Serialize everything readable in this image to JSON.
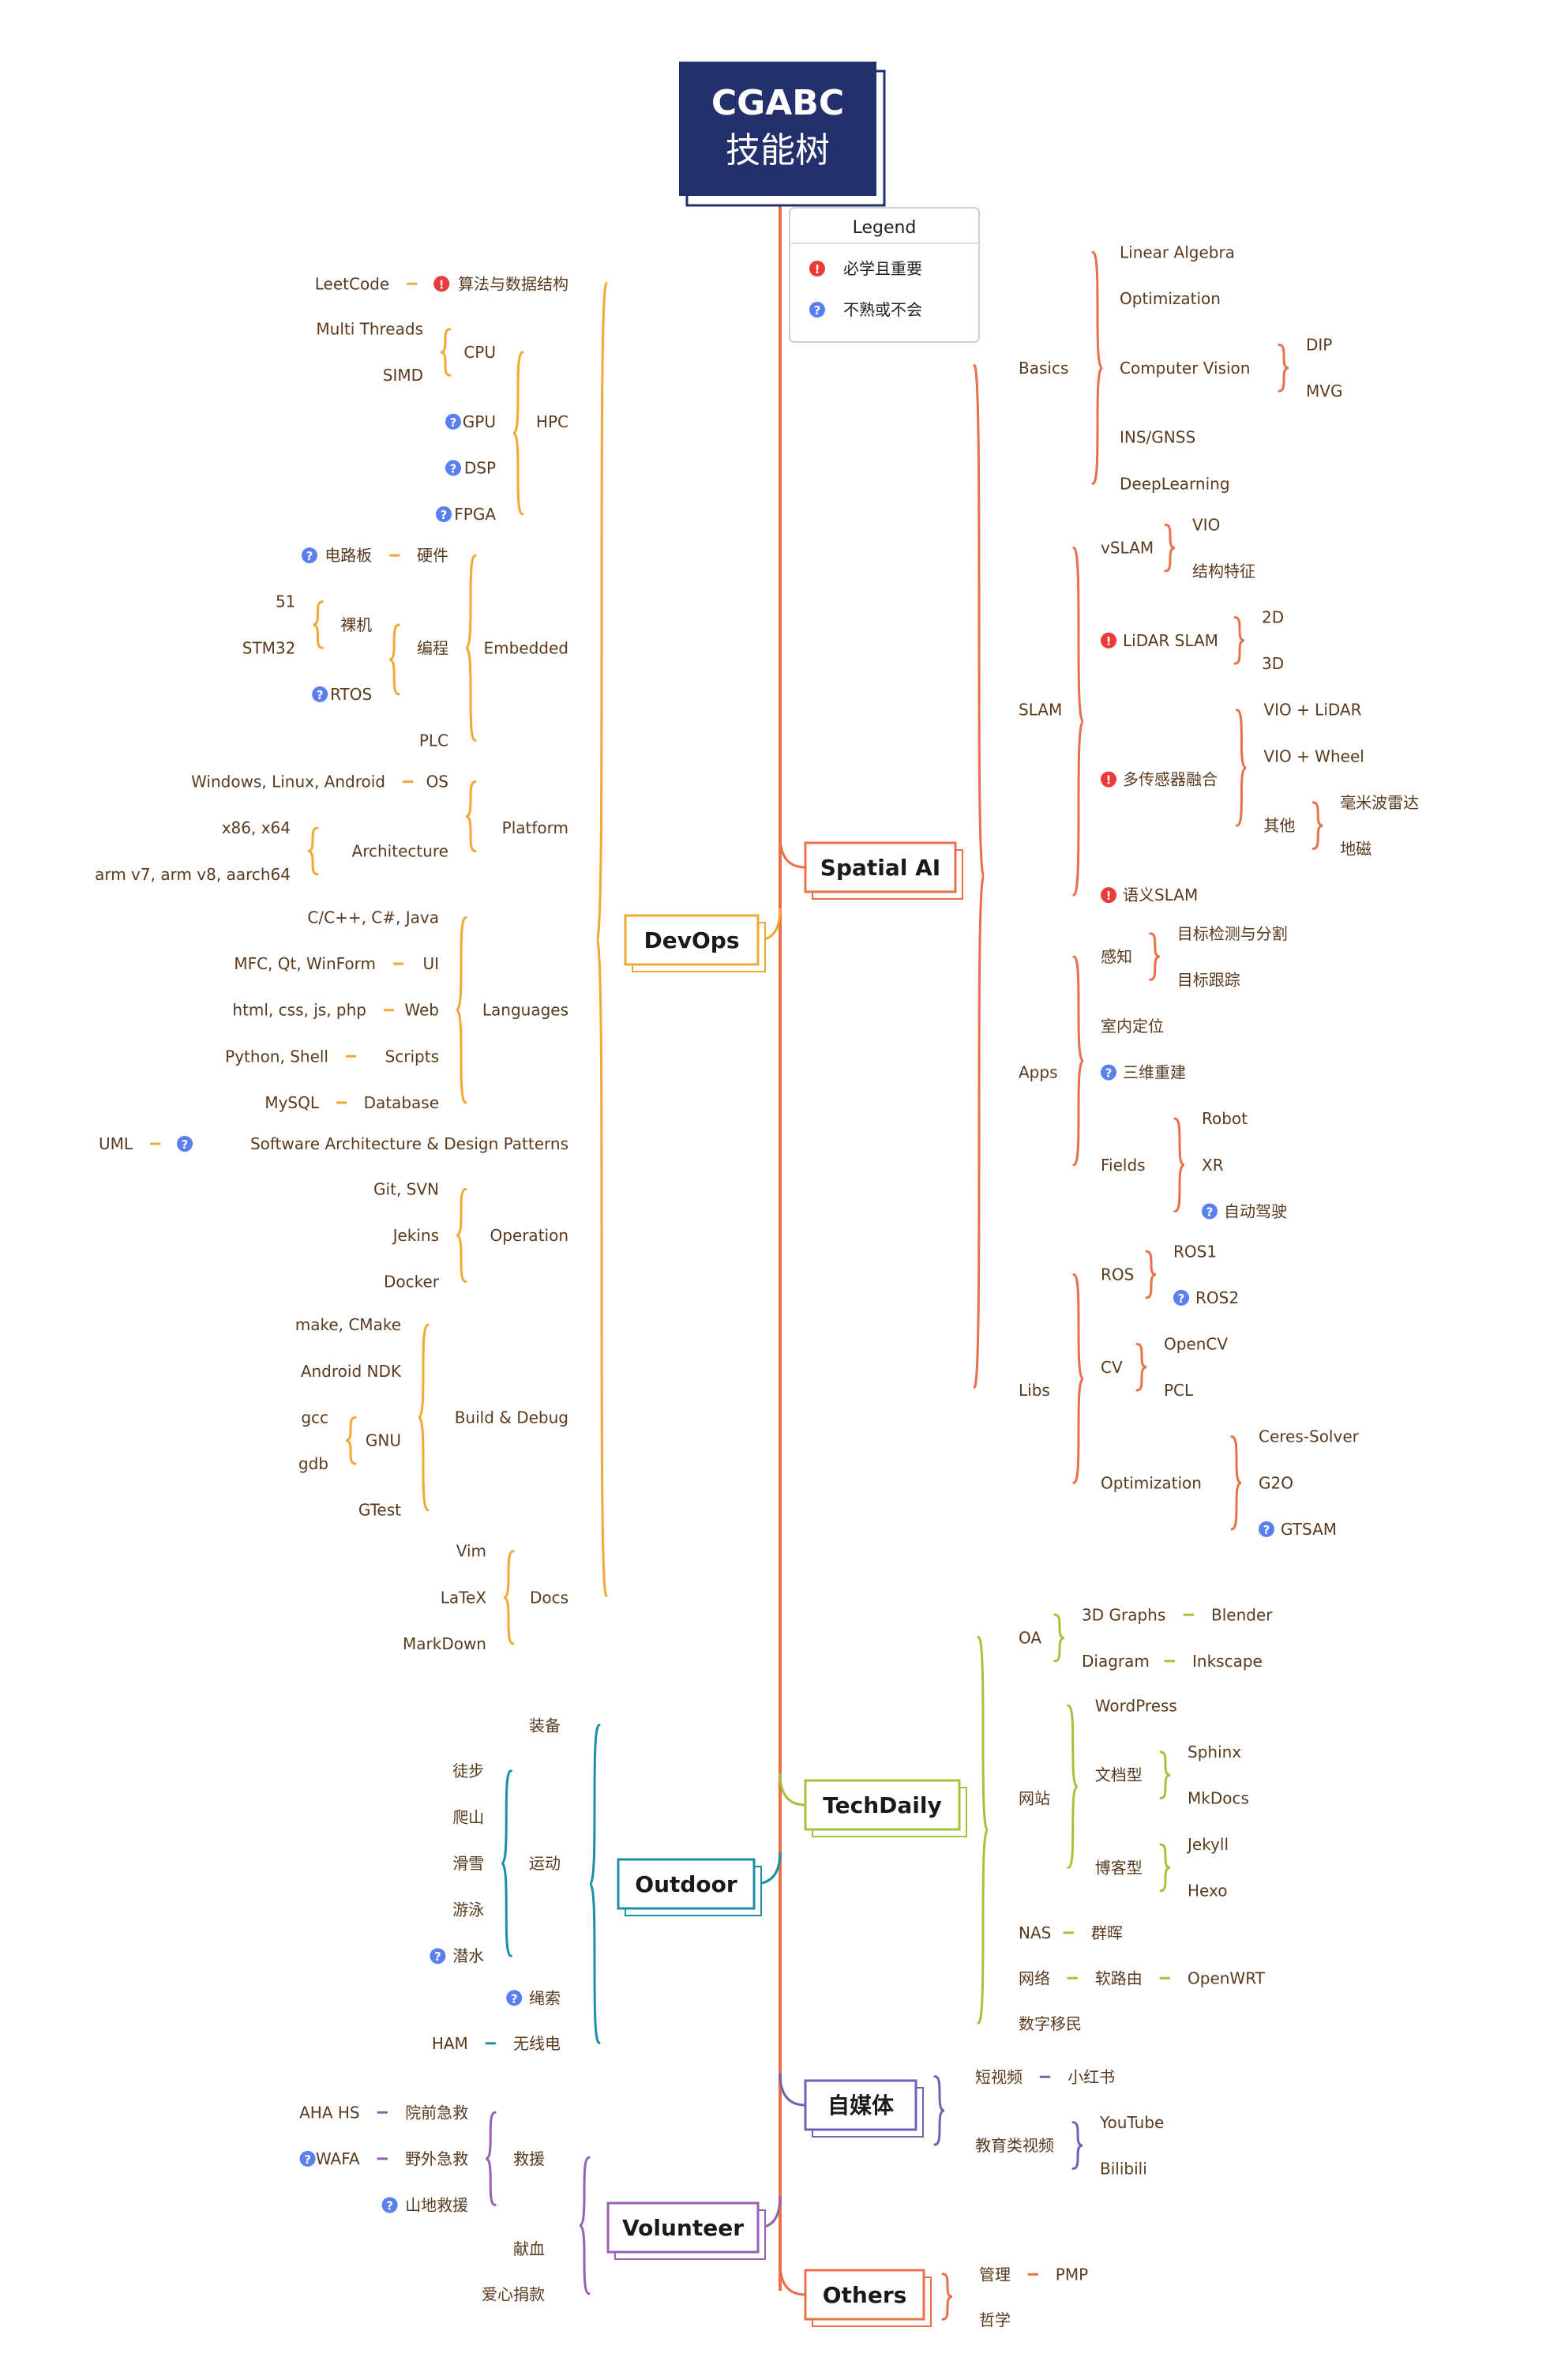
{
  "colors": {
    "trunk": "#e8704a",
    "devops": "#f2a933",
    "spatial": "#e8704a",
    "tech": "#a3c43a",
    "outdoor": "#1c8fa6",
    "volunteer": "#9a5fb0",
    "media": "#6b63b5",
    "others": "#e8704a",
    "title_bg": "#23306b",
    "important": "#ea3a3a",
    "unfamiliar": "#5b7ff0"
  },
  "root": {
    "line1": "CGABC",
    "line2": "技能树"
  },
  "legend": {
    "title": "Legend",
    "items": [
      {
        "icon": "important",
        "label": "必学且重要"
      },
      {
        "icon": "unfamiliar",
        "label": "不熟或不会"
      }
    ]
  },
  "devops": {
    "title": "DevOps",
    "groups": [
      {
        "label": "算法与数据结构",
        "icon": "important",
        "items": [
          {
            "label": "LeetCode"
          }
        ]
      },
      {
        "label": "HPC",
        "items": [
          {
            "label": "CPU",
            "items": [
              {
                "label": "Multi Threads"
              },
              {
                "label": "SIMD"
              }
            ]
          },
          {
            "label": "GPU",
            "icon": "unfamiliar"
          },
          {
            "label": "DSP",
            "icon": "unfamiliar"
          },
          {
            "label": "FPGA",
            "icon": "unfamiliar"
          }
        ]
      },
      {
        "label": "Embedded",
        "items": [
          {
            "label": "硬件",
            "items": [
              {
                "label": "电路板",
                "icon": "unfamiliar"
              }
            ]
          },
          {
            "label": "编程",
            "items": [
              {
                "label": "裸机",
                "items": [
                  {
                    "label": "51"
                  },
                  {
                    "label": "STM32"
                  }
                ]
              },
              {
                "label": "RTOS",
                "icon": "unfamiliar"
              }
            ]
          },
          {
            "label": "PLC"
          }
        ]
      },
      {
        "label": "Platform",
        "items": [
          {
            "label": "OS",
            "items": [
              {
                "label": "Windows, Linux, Android"
              }
            ]
          },
          {
            "label": "Architecture",
            "items": [
              {
                "label": "x86, x64"
              },
              {
                "label": "arm v7, arm v8, aarch64"
              }
            ]
          }
        ]
      },
      {
        "label": "Languages",
        "items": [
          {
            "label": "C/C++, C#, Java"
          },
          {
            "label": "UI",
            "items": [
              {
                "label": "MFC, Qt, WinForm"
              }
            ]
          },
          {
            "label": "Web",
            "items": [
              {
                "label": "html, css, js, php"
              }
            ]
          },
          {
            "label": "Scripts",
            "items": [
              {
                "label": "Python, Shell"
              }
            ]
          },
          {
            "label": "Database",
            "items": [
              {
                "label": "MySQL"
              }
            ]
          }
        ]
      },
      {
        "label": "Software Architecture & Design Patterns",
        "icon": "unfamiliar",
        "items": [
          {
            "label": "UML"
          }
        ]
      },
      {
        "label": "Operation",
        "items": [
          {
            "label": "Git, SVN"
          },
          {
            "label": "Jekins"
          },
          {
            "label": "Docker"
          }
        ]
      },
      {
        "label": "Build & Debug",
        "items": [
          {
            "label": "make, CMake"
          },
          {
            "label": "Android NDK"
          },
          {
            "label": "GNU",
            "items": [
              {
                "label": "gcc"
              },
              {
                "label": "gdb"
              }
            ]
          },
          {
            "label": "GTest"
          }
        ]
      },
      {
        "label": "Docs",
        "items": [
          {
            "label": "Vim"
          },
          {
            "label": "LaTeX"
          },
          {
            "label": "MarkDown"
          }
        ]
      }
    ]
  },
  "outdoor": {
    "title": "Outdoor",
    "groups": [
      {
        "label": "装备"
      },
      {
        "label": "运动",
        "items": [
          {
            "label": "徒步"
          },
          {
            "label": "爬山"
          },
          {
            "label": "滑雪"
          },
          {
            "label": "游泳"
          },
          {
            "label": "潜水",
            "icon": "unfamiliar"
          }
        ]
      },
      {
        "label": "绳索",
        "icon": "unfamiliar"
      },
      {
        "label": "无线电",
        "items": [
          {
            "label": "HAM"
          }
        ]
      }
    ]
  },
  "volunteer": {
    "title": "Volunteer",
    "groups": [
      {
        "label": "救援",
        "items": [
          {
            "label": "院前急救",
            "items": [
              {
                "label": "AHA HS"
              }
            ]
          },
          {
            "label": "野外急救",
            "items": [
              {
                "label": "WAFA",
                "icon": "unfamiliar"
              }
            ]
          },
          {
            "label": "山地救援",
            "icon": "unfamiliar"
          }
        ]
      },
      {
        "label": "献血"
      },
      {
        "label": "爱心捐款"
      }
    ]
  },
  "spatial": {
    "title": "Spatial AI",
    "groups": [
      {
        "label": "Basics",
        "items": [
          {
            "label": "Linear Algebra"
          },
          {
            "label": "Optimization"
          },
          {
            "label": "Computer Vision",
            "items": [
              {
                "label": "DIP"
              },
              {
                "label": "MVG"
              }
            ]
          },
          {
            "label": "INS/GNSS"
          },
          {
            "label": "DeepLearning"
          }
        ]
      },
      {
        "label": "SLAM",
        "items": [
          {
            "label": "vSLAM",
            "items": [
              {
                "label": "VIO"
              },
              {
                "label": "结构特征"
              }
            ]
          },
          {
            "label": "LiDAR SLAM",
            "icon": "important",
            "items": [
              {
                "label": "2D"
              },
              {
                "label": "3D"
              }
            ]
          },
          {
            "label": "多传感器融合",
            "icon": "important",
            "items": [
              {
                "label": "VIO + LiDAR"
              },
              {
                "label": "VIO + Wheel"
              },
              {
                "label": "其他",
                "items": [
                  {
                    "label": "毫米波雷达"
                  },
                  {
                    "label": "地磁"
                  }
                ]
              }
            ]
          },
          {
            "label": "语义SLAM",
            "icon": "important"
          }
        ]
      },
      {
        "label": "Apps",
        "items": [
          {
            "label": "感知",
            "items": [
              {
                "label": "目标检测与分割"
              },
              {
                "label": "目标跟踪"
              }
            ]
          },
          {
            "label": "室内定位"
          },
          {
            "label": "三维重建",
            "icon": "unfamiliar"
          },
          {
            "label": "Fields",
            "items": [
              {
                "label": "Robot"
              },
              {
                "label": "XR"
              },
              {
                "label": "自动驾驶",
                "icon": "unfamiliar"
              }
            ]
          }
        ]
      },
      {
        "label": "Libs",
        "items": [
          {
            "label": "ROS",
            "items": [
              {
                "label": "ROS1"
              },
              {
                "label": "ROS2",
                "icon": "unfamiliar"
              }
            ]
          },
          {
            "label": "CV",
            "items": [
              {
                "label": "OpenCV"
              },
              {
                "label": "PCL"
              }
            ]
          },
          {
            "label": "Optimization",
            "items": [
              {
                "label": "Ceres-Solver"
              },
              {
                "label": "G2O"
              },
              {
                "label": "GTSAM",
                "icon": "unfamiliar"
              }
            ]
          }
        ]
      }
    ]
  },
  "tech": {
    "title": "TechDaily",
    "groups": [
      {
        "label": "OA",
        "items": [
          {
            "label": "3D Graphs",
            "items": [
              {
                "label": "Blender"
              }
            ]
          },
          {
            "label": "Diagram",
            "items": [
              {
                "label": "Inkscape"
              }
            ]
          }
        ]
      },
      {
        "label": "网站",
        "items": [
          {
            "label": "WordPress"
          },
          {
            "label": "文档型",
            "items": [
              {
                "label": "Sphinx"
              },
              {
                "label": "MkDocs"
              }
            ]
          },
          {
            "label": "博客型",
            "items": [
              {
                "label": "Jekyll"
              },
              {
                "label": "Hexo"
              }
            ]
          }
        ]
      },
      {
        "label": "NAS",
        "items": [
          {
            "label": "群晖"
          }
        ]
      },
      {
        "label": "网络",
        "items": [
          {
            "label": "软路由",
            "items": [
              {
                "label": "OpenWRT"
              }
            ]
          }
        ]
      },
      {
        "label": "数字移民"
      }
    ]
  },
  "media": {
    "title": "自媒体",
    "groups": [
      {
        "label": "短视频",
        "items": [
          {
            "label": "小红书"
          }
        ]
      },
      {
        "label": "教育类视频",
        "items": [
          {
            "label": "YouTube"
          },
          {
            "label": "Bilibili"
          }
        ]
      }
    ]
  },
  "others": {
    "title": "Others",
    "groups": [
      {
        "label": "管理",
        "items": [
          {
            "label": "PMP"
          }
        ]
      },
      {
        "label": "哲学"
      }
    ]
  }
}
